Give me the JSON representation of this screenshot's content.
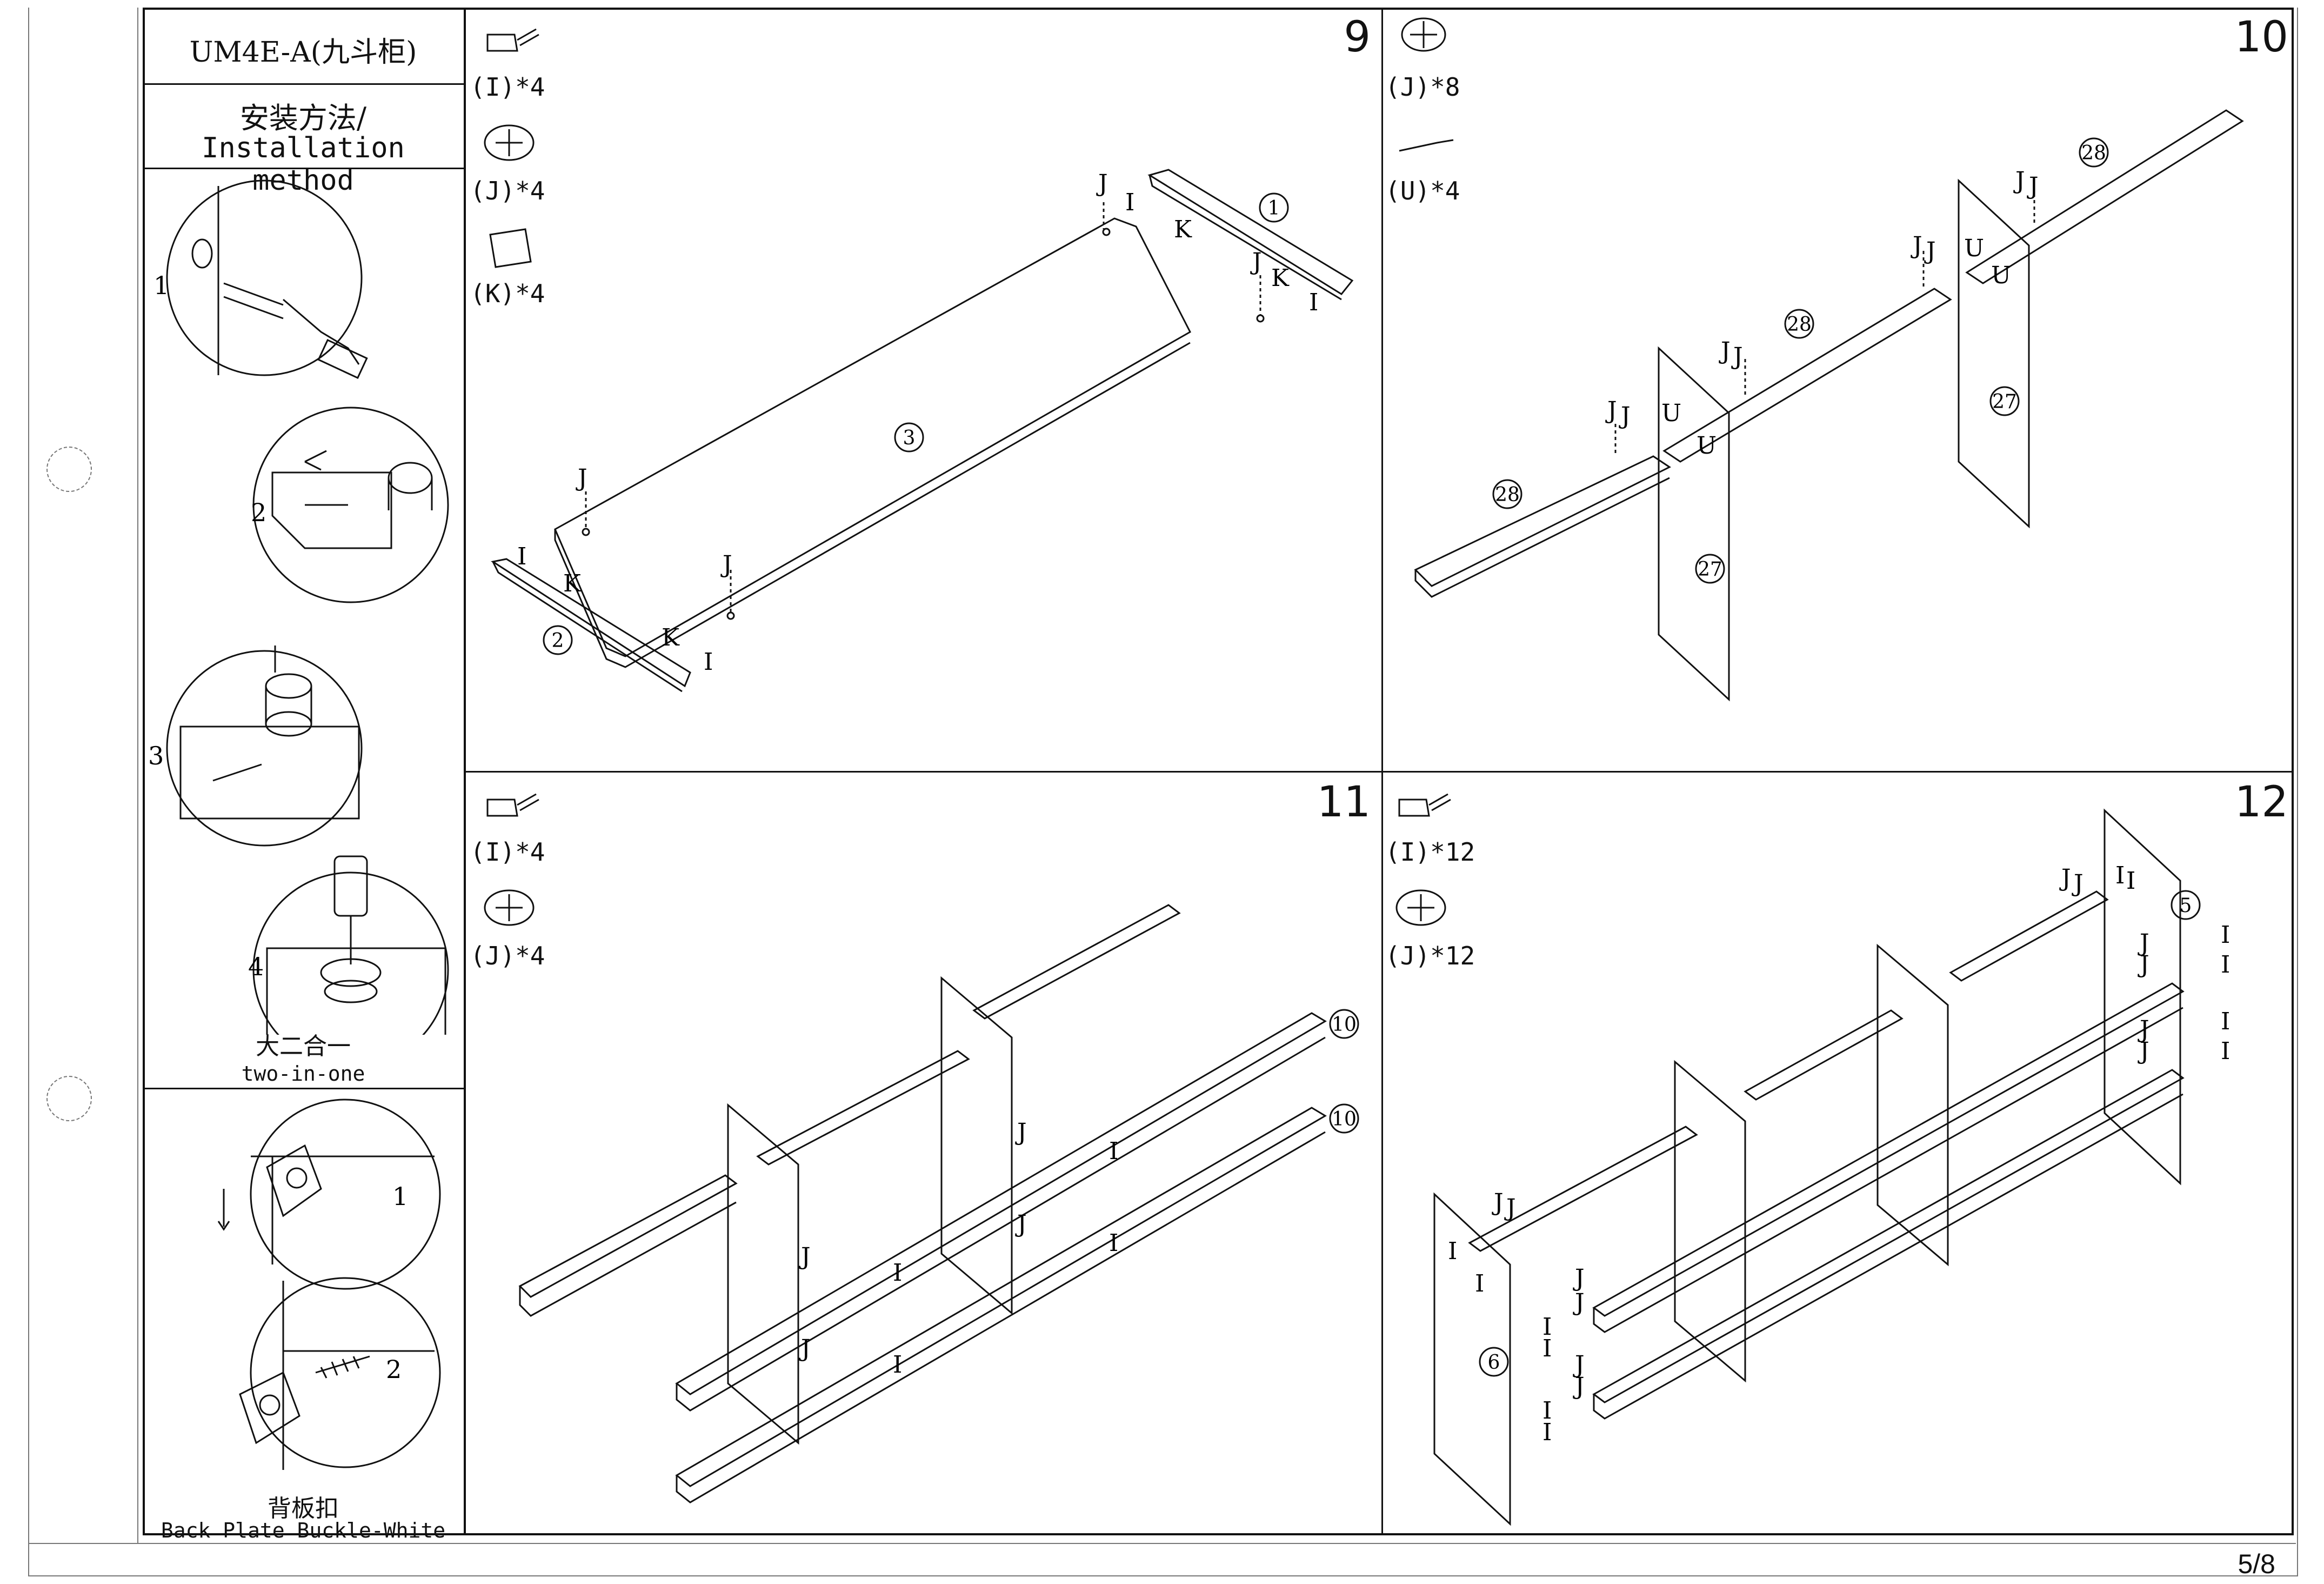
{
  "sidebar": {
    "model": "UM4E-A(九斗柜)",
    "method_cn": "安装方法/",
    "method_en": "Installation method",
    "cam_step_labels": [
      "1",
      "2",
      "3",
      "4"
    ],
    "two_in_one_cn": "大二合一",
    "two_in_one_en": "two-in-one",
    "buckle_step_labels": [
      "1",
      "2"
    ],
    "buckle_cn": "背板扣",
    "buckle_en": "Back Plate Buckle-White"
  },
  "steps": [
    {
      "number": "9",
      "parts": [
        "(I)*4",
        "(J)*4",
        "(K)*4"
      ],
      "part_labels": [
        "J",
        "I",
        "K",
        "J",
        "K",
        "I",
        "J",
        "I",
        "K",
        "K",
        "I",
        "J"
      ],
      "panels": [
        "1",
        "3",
        "2"
      ]
    },
    {
      "number": "10",
      "parts": [
        "(J)*8",
        "(U)*4"
      ],
      "part_labels": [
        "J",
        "J",
        "U",
        "U",
        "J",
        "J",
        "J",
        "J",
        "U",
        "U",
        "J",
        "J"
      ],
      "panels": [
        "28",
        "28",
        "28",
        "27",
        "27"
      ]
    },
    {
      "number": "11",
      "parts": [
        "(I)*4",
        "(J)*4"
      ],
      "part_labels": [
        "J",
        "I",
        "J",
        "I",
        "J",
        "I",
        "J",
        "I"
      ],
      "panels": [
        "10",
        "10"
      ]
    },
    {
      "number": "12",
      "parts": [
        "(I)*12",
        "(J)*12"
      ],
      "part_labels": [
        "J",
        "J",
        "I",
        "I",
        "J",
        "I",
        "J",
        "I",
        "J",
        "I",
        "J",
        "I",
        "J",
        "J",
        "I",
        "I",
        "J",
        "J",
        "I",
        "I",
        "J",
        "J",
        "I",
        "I"
      ],
      "panels": [
        "5",
        "6"
      ]
    }
  ],
  "footer": {
    "page": "5/8"
  },
  "colors": {
    "line": "#111111",
    "frame": "#777777"
  }
}
